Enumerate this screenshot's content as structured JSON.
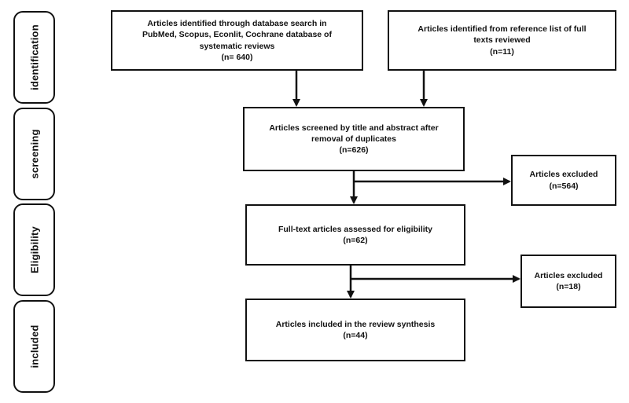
{
  "stages": {
    "identification": "identification",
    "screening": "screening",
    "eligibility": "Eligibility",
    "included": "included"
  },
  "boxes": {
    "database": {
      "line1": "Articles identified through database search in",
      "line2": "PubMed, Scopus, Econlit, Cochrane database of",
      "line3": "systematic reviews",
      "count": "(n= 640)"
    },
    "references": {
      "line1": "Articles identified from reference list of full",
      "line2": "texts reviewed",
      "count": "(n=11)"
    },
    "screened": {
      "line1": "Articles screened by title and abstract after",
      "line2": "removal of duplicates",
      "count": "(n=626)"
    },
    "excluded_1": {
      "line1": "Articles excluded",
      "count": "(n=564)"
    },
    "fulltext": {
      "line1": "Full-text articles assessed for eligibility",
      "count": "(n=62)"
    },
    "excluded_2": {
      "line1": "Articles excluded",
      "count": "(n=18)"
    },
    "included": {
      "line1": "Articles included in the review synthesis",
      "count": "(n=44)"
    }
  }
}
